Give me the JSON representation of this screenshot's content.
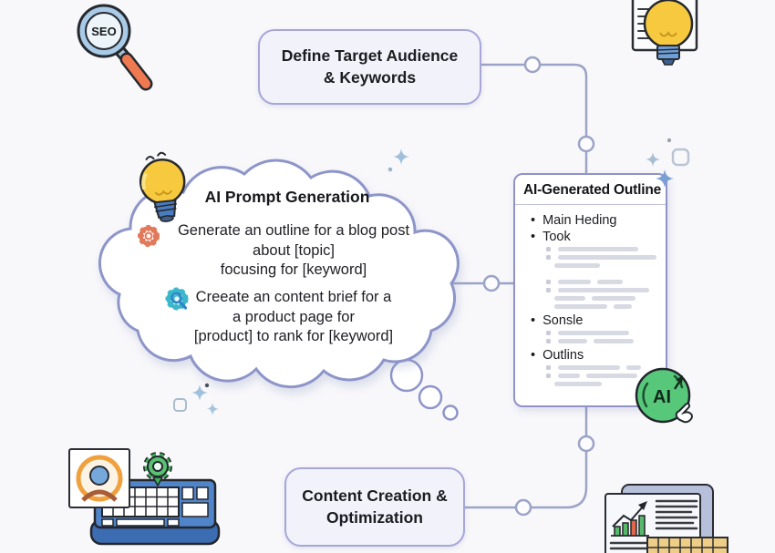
{
  "meta": {
    "background": "#f8f8fb",
    "type": "infographic-flow-diagram"
  },
  "colors": {
    "node_border": "#a6a6d9",
    "node_fill": "#f2f2fa",
    "connector": "#9ba3c7",
    "cloud_stroke": "#8d95c9",
    "panel_border": "#8f93c7",
    "skeleton": "#d7d9e3",
    "text": "#1b1c20",
    "badge_green": "#57c87a",
    "bulb_yellow": "#f6c93f",
    "gear_orange": "#e2795a",
    "gear_teal": "#3bb7cb",
    "magnifier_blue": "#a9cbe8",
    "handle_orange": "#ef7a52",
    "keyboard_blue": "#5185ca",
    "bar_green": "#58b96b",
    "bar_red": "#e0674c",
    "table_tan": "#eecd86"
  },
  "icons": {
    "seo_magnifier": {
      "name": "seo-magnifier-icon",
      "label": "SEO"
    },
    "idea_document": {
      "name": "lightbulb-document-icon"
    },
    "cloud_lightbulb": {
      "name": "lightbulb-icon"
    },
    "prompt_gear": {
      "name": "gear-icon"
    },
    "prompt_gear_search": {
      "name": "gear-search-icon"
    },
    "keyboard_user": {
      "name": "keyboard-user-gear-icon"
    },
    "analytics_report": {
      "name": "analytics-report-icon"
    },
    "ai_stamp": {
      "name": "ai-stamp-icon",
      "label": "AI"
    }
  },
  "flow": {
    "step_define": {
      "label": "Define Target Audience & Keywords"
    },
    "step_content": {
      "label": "Content Creation & Optimization"
    }
  },
  "cloud": {
    "title": "AI Prompt Generation",
    "prompts": [
      {
        "icon": "gear-icon",
        "lines": [
          "Generate an outline for a blog post",
          "about [topic]",
          "focusing for [keyword]"
        ]
      },
      {
        "icon": "gear-search-icon",
        "lines": [
          "Creeate an content brief for a",
          "a product page for",
          "[product] to rank for [keyword]"
        ]
      }
    ]
  },
  "outline_panel": {
    "title": "AI-Generated Outline",
    "items": [
      {
        "label": "Main Heding"
      },
      {
        "label": "Took"
      },
      {
        "label": "Sonsle"
      },
      {
        "label": "Outlins"
      }
    ]
  }
}
